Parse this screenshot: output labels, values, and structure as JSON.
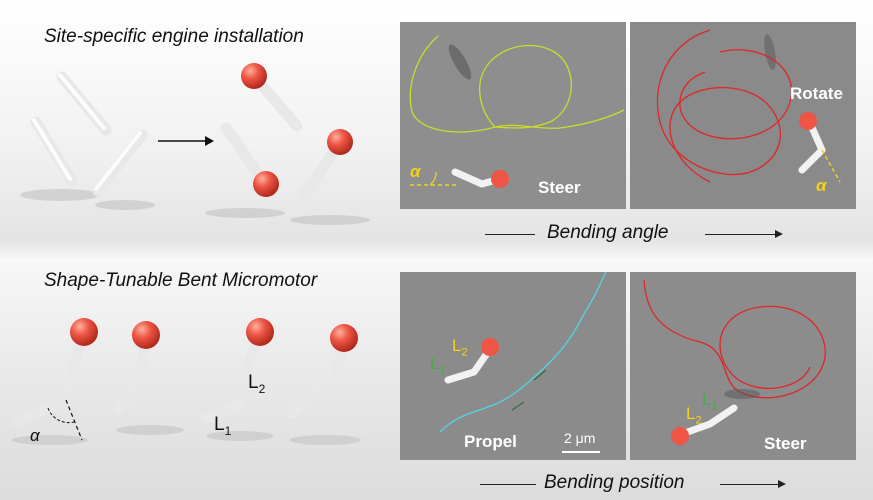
{
  "headings": {
    "top": "Site-specific engine installation",
    "bottom": "Shape-Tunable Bent Micromotor"
  },
  "axis_labels": {
    "top": "Bending angle",
    "bottom": "Bending position"
  },
  "left_labels": {
    "alpha": "α",
    "l2": "L",
    "l2_sub": "2",
    "l1": "L",
    "l1_sub": "1"
  },
  "panels": {
    "steer_top": {
      "label": "Steer",
      "alpha": "α"
    },
    "rotate": {
      "label": "Rotate",
      "alpha": "α"
    },
    "propel": {
      "label": "Propel",
      "scale": "2 μm",
      "l2": "L",
      "l2_sub": "2",
      "l1": "L",
      "l1_sub": "1"
    },
    "steer_bottom": {
      "label": "Steer",
      "l2": "L",
      "l2_sub": "2",
      "l1": "L",
      "l1_sub": "1"
    }
  },
  "colors": {
    "engine_sphere": "#ee5544",
    "rod": "#f2f2f2",
    "trace_yellow": "#c9dc2c",
    "trace_red": "#e02626",
    "trace_cyan": "#55d0e0",
    "panel_bg": "#8c8c8c",
    "angle_label": "#f2d21e"
  }
}
